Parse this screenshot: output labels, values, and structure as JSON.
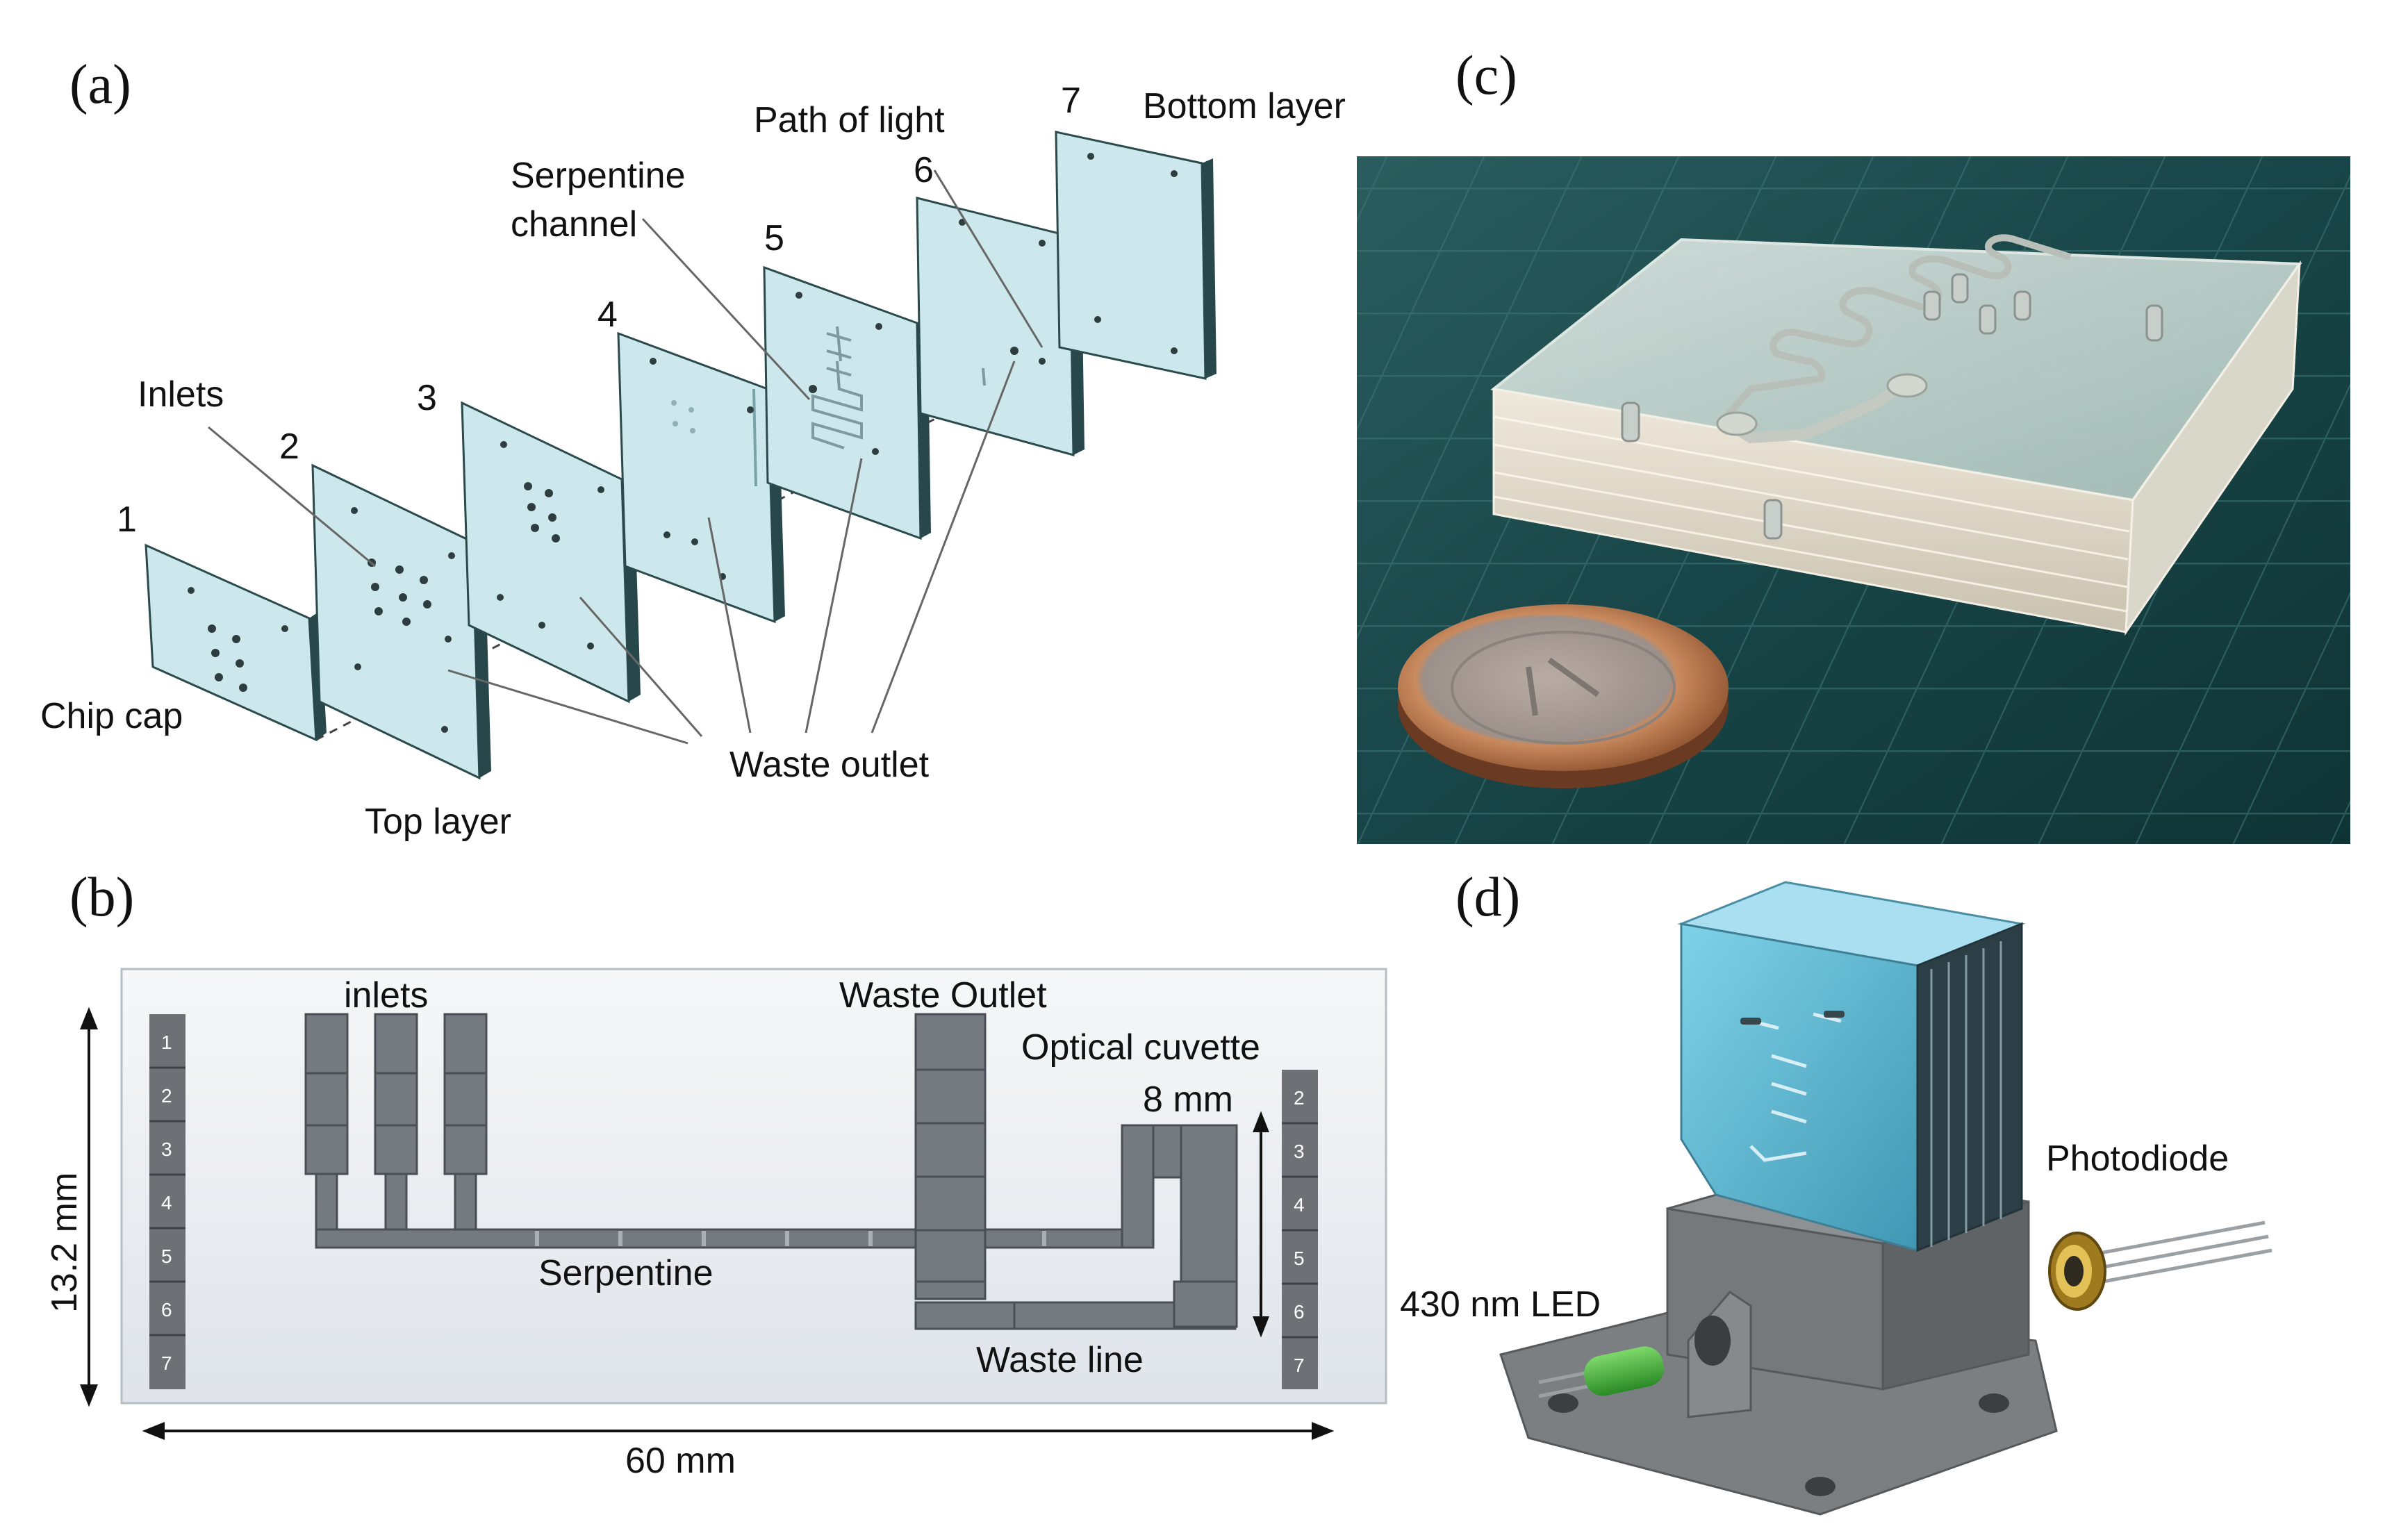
{
  "panels": {
    "a": {
      "letter": "(a)",
      "layer_numbers": [
        "1",
        "2",
        "3",
        "4",
        "5",
        "6",
        "7"
      ],
      "labels": {
        "inlets": "Inlets",
        "serpentine_1": "Serpentine",
        "serpentine_2": "channel",
        "path_of_light": "Path of light",
        "bottom_layer": "Bottom layer",
        "chip_cap": "Chip cap",
        "top_layer": "Top layer",
        "waste_outlet": "Waste outlet"
      }
    },
    "b": {
      "letter": "(b)",
      "labels": {
        "inlets": "inlets",
        "waste_outlet": "Waste Outlet",
        "optical_cuvette": "Optical cuvette",
        "cuvette_height": "8 mm",
        "serpentine": "Serpentine",
        "waste_line": "Waste line",
        "height": "13.2 mm",
        "width": "60 mm"
      },
      "left_scale": [
        "1",
        "2",
        "3",
        "4",
        "5",
        "6",
        "7"
      ],
      "right_scale": [
        "2",
        "3",
        "4",
        "5",
        "6",
        "7"
      ]
    },
    "c": {
      "letter": "(c)"
    },
    "d": {
      "letter": "(d)",
      "labels": {
        "photodiode": "Photodiode",
        "led": "430 nm LED"
      }
    }
  },
  "colors": {
    "glass": "#cfe9ee",
    "glass_edge": "#1e3a3e",
    "photo_bg": "#1d4a4c",
    "device_gray": "#6e7275",
    "led_green": "#3fa535",
    "chip_blue": "#5fb6cf"
  }
}
